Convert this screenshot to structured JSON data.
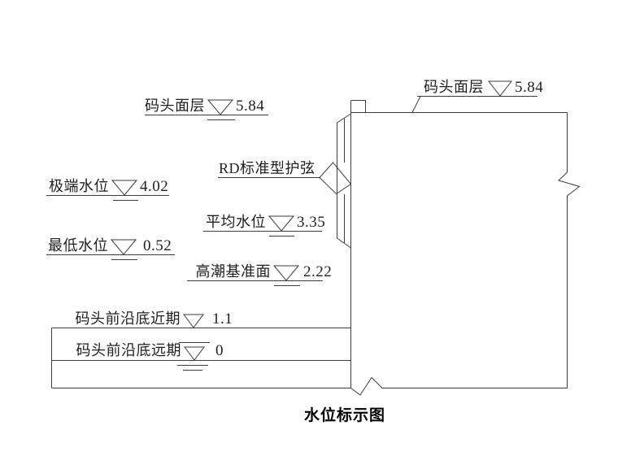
{
  "figure_title": "水位标示图",
  "line_color": "#3d3d3d",
  "text_color": "#1f1f1f",
  "labels": {
    "deck_left": {
      "text": "码头面层",
      "value": "5.84"
    },
    "deck_right": {
      "text": "码头面层",
      "value": "5.84"
    },
    "fender": {
      "text": "RD标准型护弦"
    },
    "extreme_wl": {
      "text": "极端水位",
      "value": "4.02"
    },
    "mean_wl": {
      "text": "平均水位",
      "value": "3.35"
    },
    "lowest_wl": {
      "text": "最低水位",
      "value": "0.52"
    },
    "high_tide_datum": {
      "text": "高潮基准面",
      "value": "2.22"
    },
    "bottom_near_term": {
      "text": "码头前沿底近期",
      "value": "1.1"
    },
    "bottom_long_term": {
      "text": "码头前沿底远期",
      "value": "0"
    }
  }
}
